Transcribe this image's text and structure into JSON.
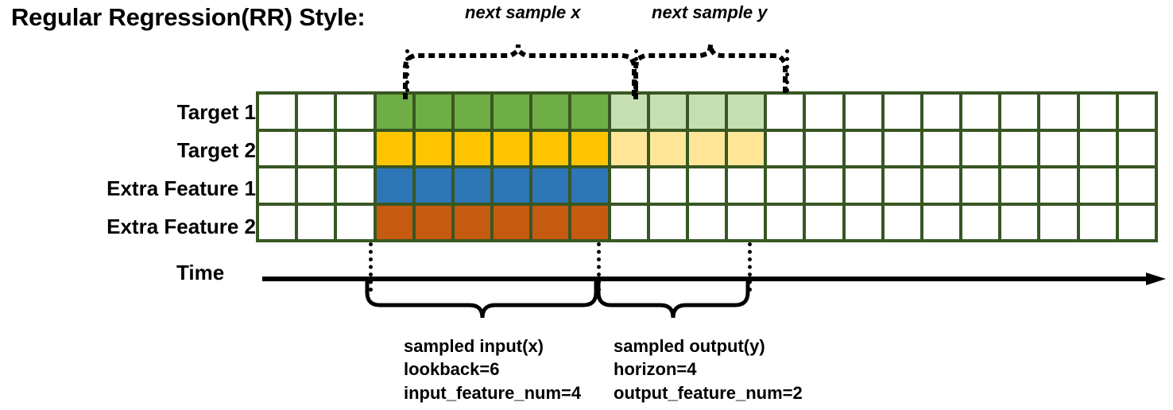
{
  "title": "Regular Regression(RR) Style:",
  "rows": [
    {
      "label": "Target 1",
      "name": "target-1"
    },
    {
      "label": "Target 2",
      "name": "target-2"
    },
    {
      "label": "Extra Feature 1",
      "name": "extra-feature-1"
    },
    {
      "label": "Extra Feature 2",
      "name": "extra-feature-2"
    }
  ],
  "grid": {
    "total_columns": 23,
    "leading_empty_columns": 3,
    "input_columns": 6,
    "output_columns": 4,
    "trailing_empty_columns": 10,
    "cell_classes": [
      [
        "",
        "",
        "",
        "green",
        "green",
        "green",
        "green",
        "green",
        "green",
        "lgreen",
        "lgreen",
        "lgreen",
        "lgreen",
        "",
        "",
        "",
        "",
        "",
        "",
        "",
        "",
        "",
        ""
      ],
      [
        "",
        "",
        "",
        "yellow",
        "yellow",
        "yellow",
        "yellow",
        "yellow",
        "yellow",
        "lyellow",
        "lyellow",
        "lyellow",
        "lyellow",
        "",
        "",
        "",
        "",
        "",
        "",
        "",
        "",
        "",
        ""
      ],
      [
        "",
        "",
        "",
        "blue",
        "blue",
        "blue",
        "blue",
        "blue",
        "blue",
        "",
        "",
        "",
        "",
        "",
        "",
        "",
        "",
        "",
        "",
        "",
        "",
        "",
        ""
      ],
      [
        "",
        "",
        "",
        "orange",
        "orange",
        "orange",
        "orange",
        "orange",
        "orange",
        "",
        "",
        "",
        "",
        "",
        "",
        "",
        "",
        "",
        "",
        "",
        "",
        "",
        ""
      ]
    ]
  },
  "axis": {
    "label": "Time"
  },
  "top_braces": [
    {
      "label": "next sample x",
      "name": "next-sample-x"
    },
    {
      "label": "next sample y",
      "name": "next-sample-y"
    }
  ],
  "bottom_braces": {
    "input": {
      "title": "sampled input(x)",
      "line2": "lookback=6",
      "line3": "input_feature_num=4"
    },
    "output": {
      "title": "sampled output(y)",
      "line2": "horizon=4",
      "line3": "output_feature_num=2"
    }
  },
  "colors": {
    "grid_border": "#385723",
    "target1": "#6FAE46",
    "target1_faded": "#C5DFB3",
    "target2": "#FFC400",
    "target2_faded": "#FFE699",
    "extra_feature1": "#2E75B6",
    "extra_feature2": "#C55A11",
    "ink": "#000000",
    "background": "#FFFFFF"
  }
}
